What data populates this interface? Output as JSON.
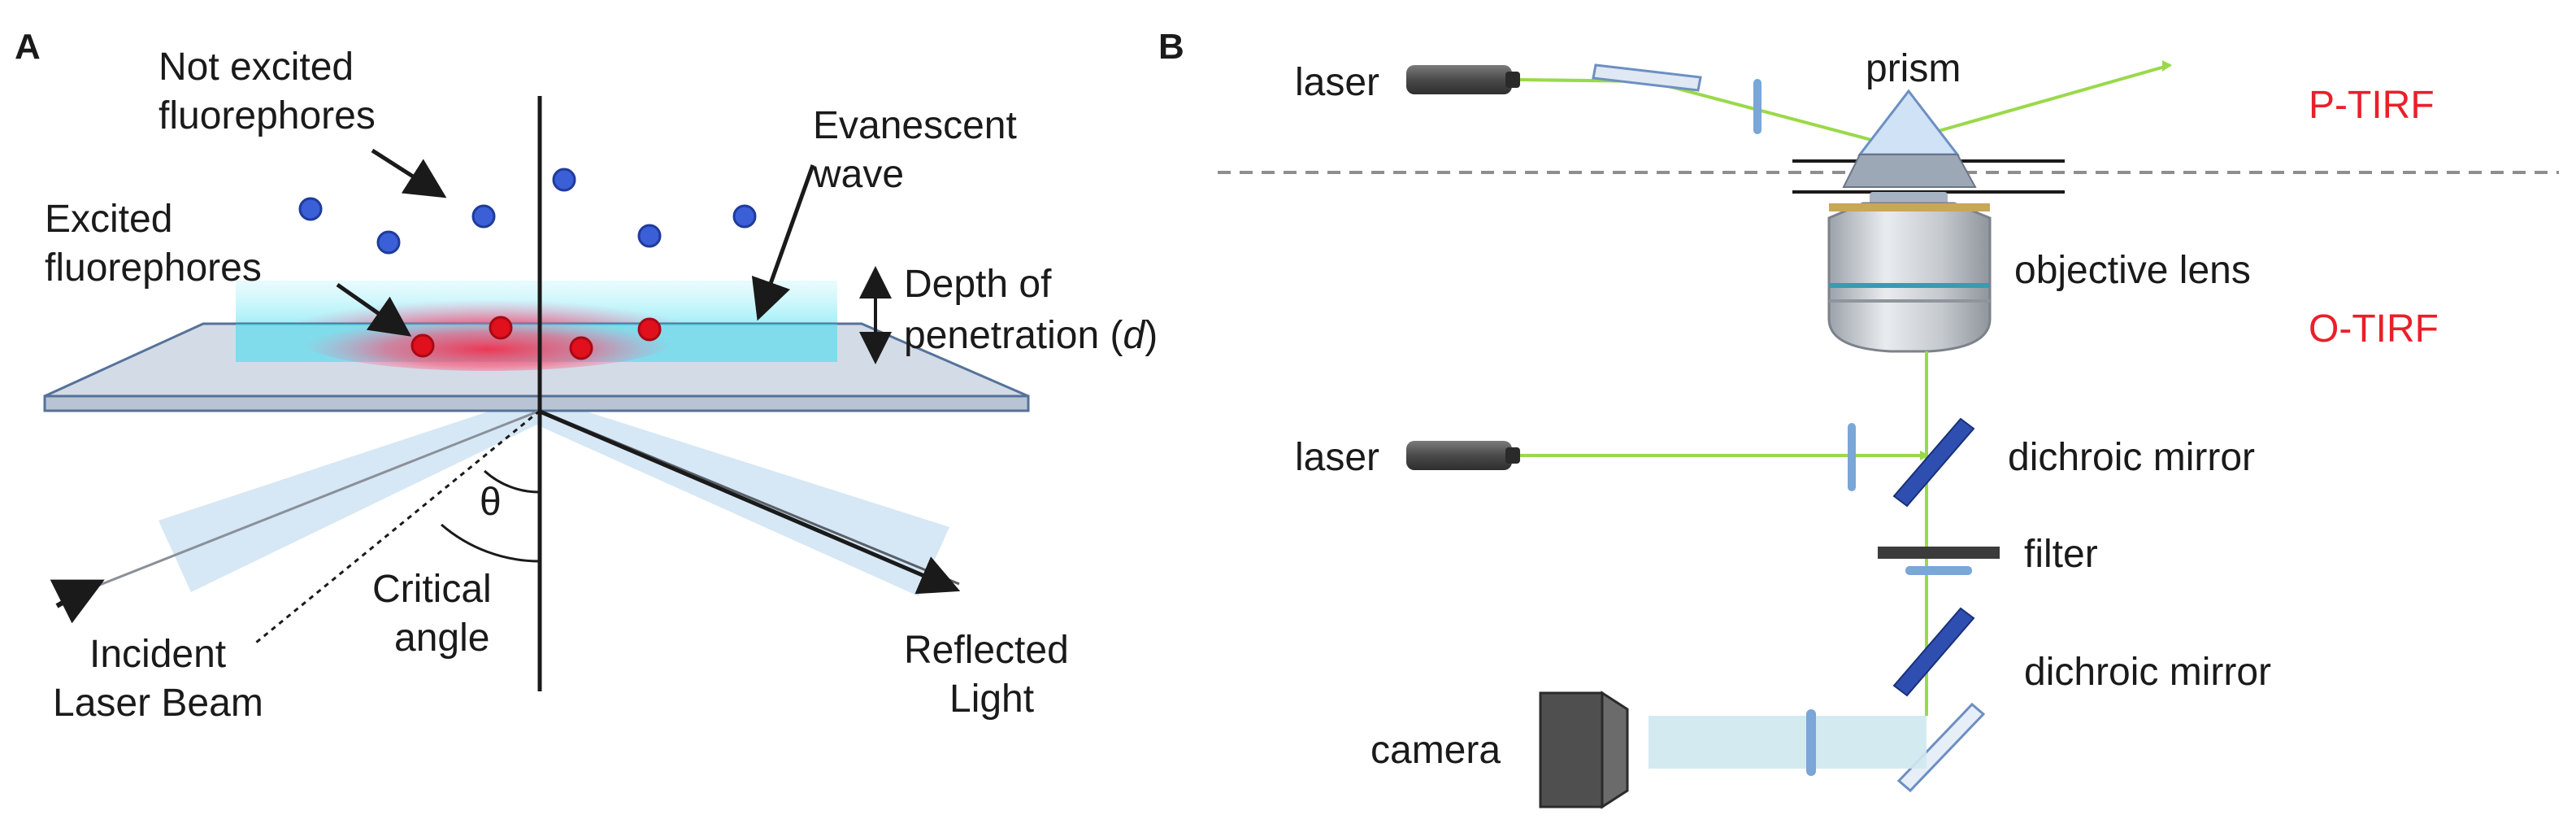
{
  "panel_a": {
    "letter": "A",
    "not_excited_line1": "Not excited",
    "not_excited_line2": "fluorephores",
    "excited_line1": "Excited",
    "excited_line2": "fluorephores",
    "evanescent_line1": "Evanescent",
    "evanescent_line2": "wave",
    "depth_line1": "Depth of",
    "depth_line2": "penetration (",
    "depth_var": "d",
    "depth_close": ")",
    "theta": "θ",
    "critical_line1": "Critical",
    "critical_line2": "angle",
    "incident_line1": "Incident",
    "incident_line2": "Laser Beam",
    "reflected_line1": "Reflected",
    "reflected_line2": "Light"
  },
  "panel_b": {
    "letter": "B",
    "laser_top": "laser",
    "prism": "prism",
    "p_tirf": "P-TIRF",
    "objective": "objective lens",
    "o_tirf": "O-TIRF",
    "laser_mid": "laser",
    "dichroic1": "dichroic mirror",
    "filter": "filter",
    "dichroic2": "dichroic mirror",
    "camera": "camera"
  },
  "colors": {
    "laser_green": "#9ad94a",
    "label_red": "#e8202a",
    "evanescent_cyan": "#5fe3f2",
    "fluor_blue": "#3a5fd6",
    "fluor_red": "#e0101c",
    "beam_blue": "#cfe3f3",
    "glass": "#d3dbe6"
  }
}
